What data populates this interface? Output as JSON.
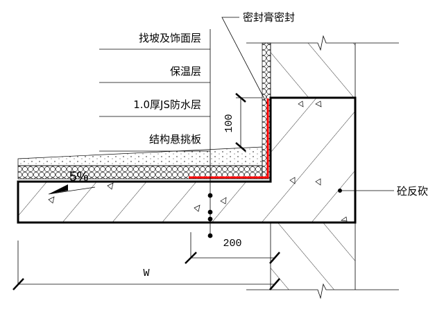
{
  "labels": {
    "finish_layer": "找坡及饰面层",
    "insulation_layer": "保温层",
    "waterproof_layer": "1.0厚JS防水层",
    "structural_slab": "结构悬挑板",
    "sealant": "密封膏密封",
    "concrete_curb": "砼反砍"
  },
  "dimensions": {
    "curb_height": "100",
    "offset": "200",
    "width": "W"
  },
  "slope": "5%",
  "colors": {
    "line": "#000000",
    "waterproof": "#ff0000"
  }
}
